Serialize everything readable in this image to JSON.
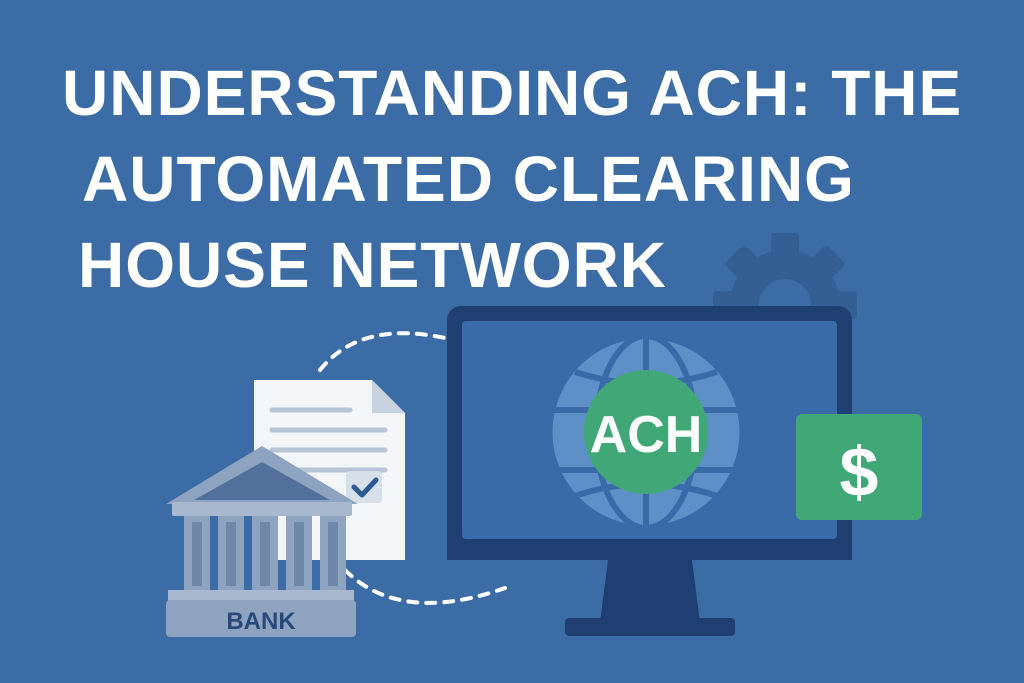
{
  "title": {
    "line1": "UNDERSTANDING ACH: THE",
    "line2": "AUTOMATED CLEARING",
    "line3": "HOUSE NETWORK"
  },
  "illustration": {
    "monitor_badge": "ACH",
    "bank_label": "BANK",
    "money_symbol": "$"
  },
  "icons": [
    "gear-icon",
    "document-icon",
    "checkmark-icon",
    "bank-icon",
    "monitor-icon",
    "globe-icon",
    "dollar-bill-icon"
  ],
  "colors": {
    "background": "#3c6ca6",
    "accent_green": "#3fa876",
    "dark_navy": "#1f3f72",
    "bank_gray": "#8ea3bf"
  }
}
